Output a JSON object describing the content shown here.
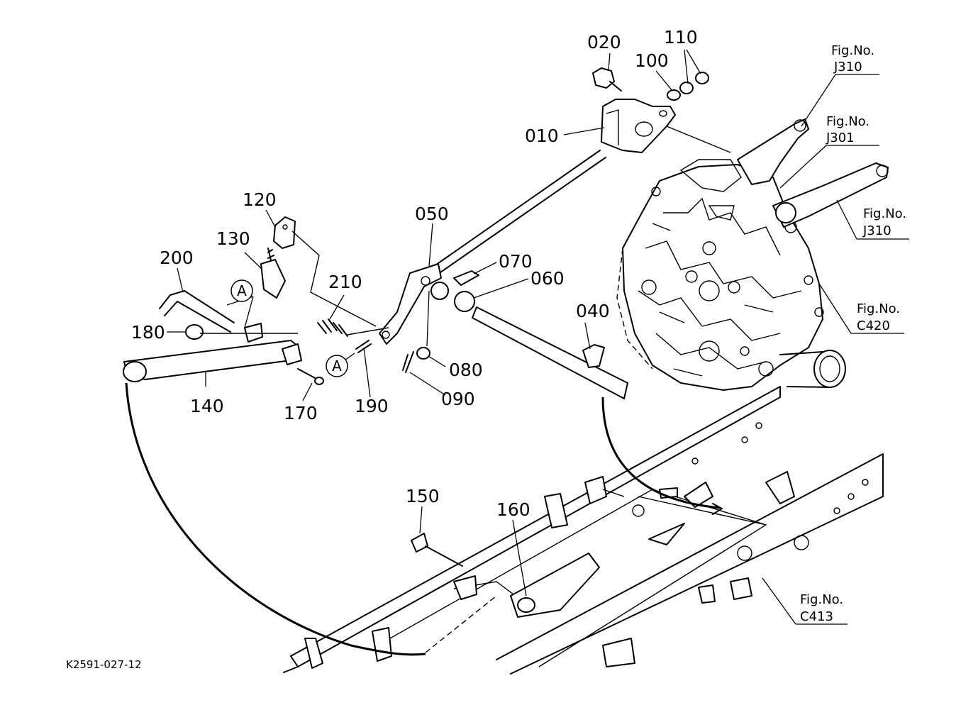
{
  "part_labels": {
    "p010": "010",
    "p020": "020",
    "p040": "040",
    "p050": "050",
    "p060": "060",
    "p070": "070",
    "p080": "080",
    "p090": "090",
    "p100": "100",
    "p110": "110",
    "p120": "120",
    "p130": "130",
    "p140": "140",
    "p150": "150",
    "p160": "160",
    "p170": "170",
    "p180": "180",
    "p190": "190",
    "p200": "200",
    "p210": "210"
  },
  "fig_refs": {
    "j310_top": {
      "title": "Fig.No.",
      "code": "J310"
    },
    "j301": {
      "title": "Fig.No.",
      "code": "J301"
    },
    "j310_right": {
      "title": "Fig.No.",
      "code": "J310"
    },
    "c420": {
      "title": "Fig.No.",
      "code": "C420"
    },
    "c413": {
      "title": "Fig.No.",
      "code": "C413"
    }
  },
  "markers": {
    "a1": "A",
    "a2": "A"
  },
  "drawing_code": "K2591-027-12"
}
